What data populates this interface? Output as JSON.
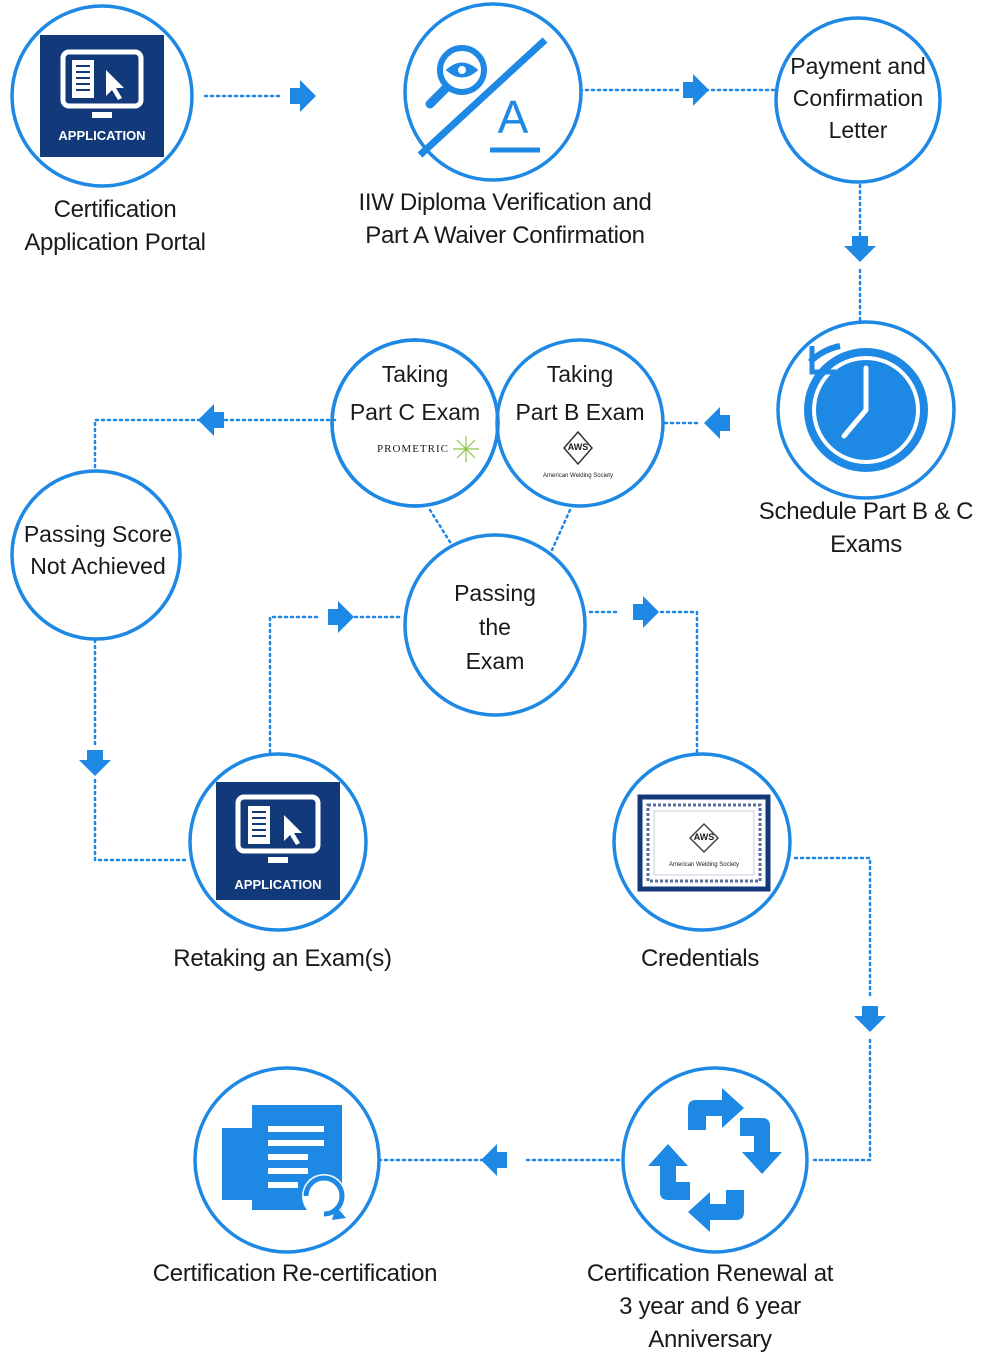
{
  "colors": {
    "circle_stroke": "#1e88e5",
    "arrow": "#1e88e5",
    "navy_tile": "#123a7a",
    "text": "#1a1a1a"
  },
  "nodes": {
    "application_portal": {
      "caption_line1": "Certification",
      "caption_line2": "Application Portal",
      "tile_text": "APPLICATION",
      "icon": "application-icon"
    },
    "diploma_verification": {
      "caption_line1": "IIW Diploma Verification and",
      "caption_line2": "Part A Waiver Confirmation",
      "icon": "magnifier-eye-icon",
      "glyph": "A"
    },
    "payment": {
      "line1": "Payment and",
      "line2": "Confirmation",
      "line3": "Letter"
    },
    "schedule": {
      "caption_line1": "Schedule Part B & C",
      "caption_line2": "Exams",
      "icon": "clock-icon"
    },
    "part_c": {
      "line1": "Taking",
      "line2": "Part C Exam",
      "logo_text": "PROMETRIC"
    },
    "part_b": {
      "line1": "Taking",
      "line2": "Part B Exam",
      "logo_text": "AWS",
      "logo_sub": "American Welding Society"
    },
    "passing_score": {
      "line1": "Passing Score",
      "line2": "Not Achieved"
    },
    "passing_exam": {
      "line1": "Passing",
      "line2": "the",
      "line3": "Exam"
    },
    "retaking": {
      "caption": "Retaking an Exam(s)",
      "tile_text": "APPLICATION",
      "icon": "application-icon"
    },
    "credentials": {
      "caption": "Credentials",
      "logo_text": "AWS",
      "logo_sub": "American Welding Society",
      "icon": "certificate-icon"
    },
    "renewal": {
      "caption_line1": "Certification Renewal at",
      "caption_line2": "3 year and 6 year",
      "caption_line3": "Anniversary",
      "icon": "recycle-arrows-icon"
    },
    "recertification": {
      "caption": "Certification Re-certification",
      "icon": "document-refresh-icon"
    }
  }
}
